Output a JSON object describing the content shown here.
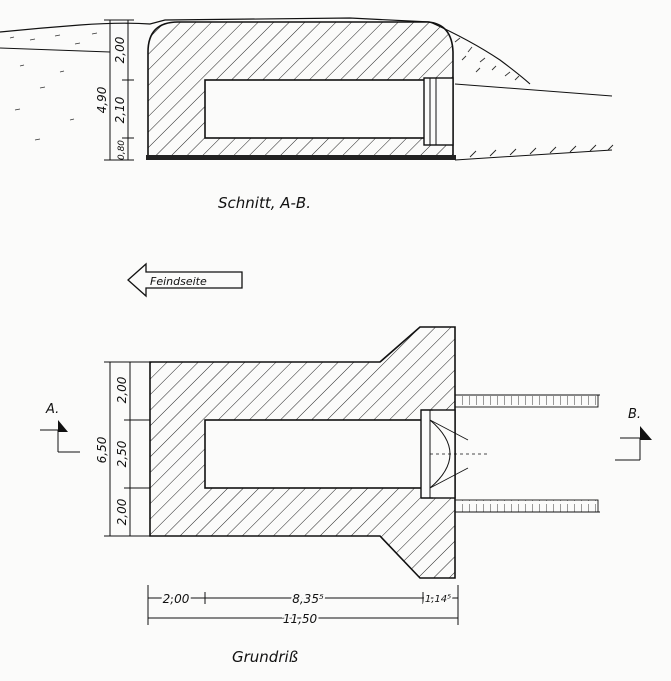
{
  "section": {
    "caption": "Schnitt, A-B.",
    "dims": [
      "4,90",
      "2,00",
      "2,10",
      "0,80"
    ]
  },
  "arrow": {
    "label": "Feindseite"
  },
  "plan": {
    "caption": "Grundriß",
    "marker_a": "A.",
    "marker_b": "B.",
    "dims_vertical": [
      "6,50",
      "2,00",
      "2,50",
      "2,00"
    ],
    "dims_horizontal": [
      "2,00",
      "8,35⁵",
      "1,14⁵",
      "11,50"
    ]
  }
}
